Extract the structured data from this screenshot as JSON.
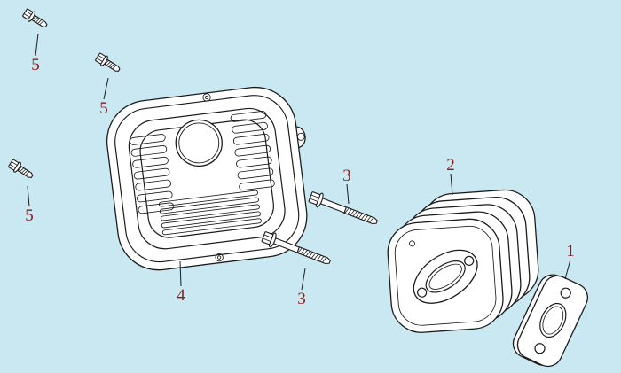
{
  "diagram": {
    "colors": {
      "background": "#c9e8f2",
      "line": "#1b1b1b",
      "label": "#8b1a1a"
    },
    "labels": {
      "gasket": "1",
      "muffler": "2",
      "bolt_upper": "3",
      "bolt_lower": "3",
      "cover": "4",
      "screw_top": "5",
      "screw_mid": "5",
      "screw_left": "5"
    }
  }
}
